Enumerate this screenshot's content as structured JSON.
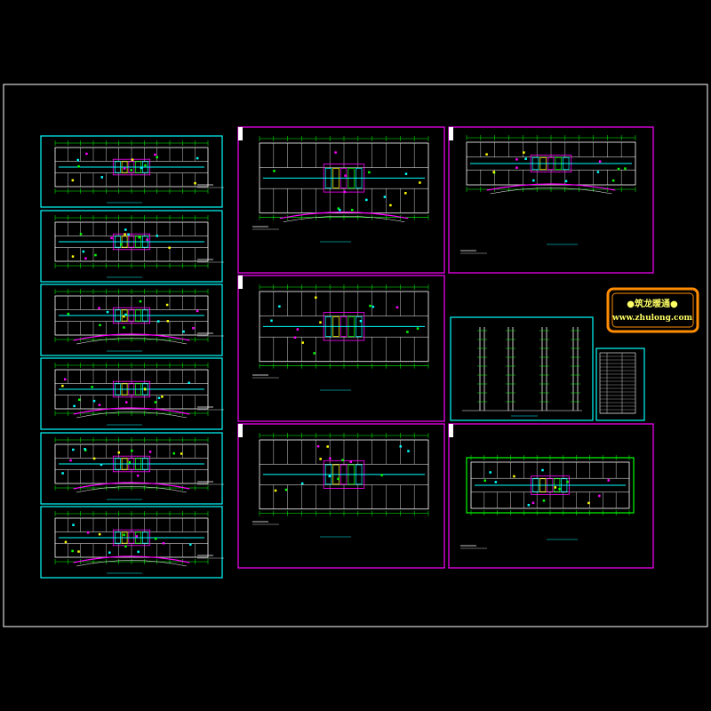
{
  "drawing": {
    "background": "#000000",
    "frame_color": "#ffffff",
    "colors": {
      "cyan": "#00ffff",
      "magenta": "#ff00ff",
      "green": "#00ff00",
      "yellow": "#ffff00",
      "white": "#ffffff",
      "red": "#ff3030",
      "orange": "#ff8c00"
    }
  },
  "sheets": {
    "left_column": [
      {
        "name": "floor-plan-1"
      },
      {
        "name": "floor-plan-2"
      },
      {
        "name": "floor-plan-3"
      },
      {
        "name": "floor-plan-4"
      },
      {
        "name": "floor-plan-5"
      },
      {
        "name": "floor-plan-6"
      }
    ],
    "middle_column": [
      {
        "name": "plan-upper"
      },
      {
        "name": "plan-middle"
      },
      {
        "name": "plan-lower"
      }
    ],
    "right_column": [
      {
        "name": "plan-upper-right"
      },
      {
        "name": "riser-diagram"
      },
      {
        "name": "plan-lower-right"
      }
    ]
  },
  "watermark": {
    "line1": "●筑龙暖通●",
    "line2": "www.zhulong.com"
  },
  "legend_table": {
    "name": "equipment-legend-table"
  }
}
